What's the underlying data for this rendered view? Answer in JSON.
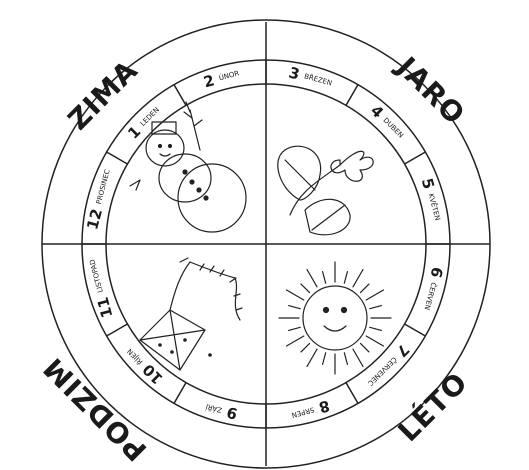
{
  "seasons": {
    "winter": "ZIMA",
    "spring": "JARO",
    "summer": "LÉTO",
    "autumn": "PODZIM"
  },
  "months": [
    {
      "number": "1",
      "name": "LEDEN"
    },
    {
      "number": "2",
      "name": "ÚNOR"
    },
    {
      "number": "3",
      "name": "BŘEZEN"
    },
    {
      "number": "4",
      "name": "DUBEN"
    },
    {
      "number": "5",
      "name": "KVĚTEN"
    },
    {
      "number": "6",
      "name": "ČERVEN"
    },
    {
      "number": "7",
      "name": "ČERVENEC"
    },
    {
      "number": "8",
      "name": "SRPEN"
    },
    {
      "number": "9",
      "name": "ZÁŘÍ"
    },
    {
      "number": "10",
      "name": "ŘÍJEN"
    },
    {
      "number": "11",
      "name": "LISTOPAD"
    },
    {
      "number": "12",
      "name": "PROSINEC"
    }
  ],
  "illustrations": {
    "winter": "snowman-drawing",
    "spring": "flower-and-leaves-drawing",
    "summer": "sun-drawing",
    "autumn": "kite-drawing"
  }
}
